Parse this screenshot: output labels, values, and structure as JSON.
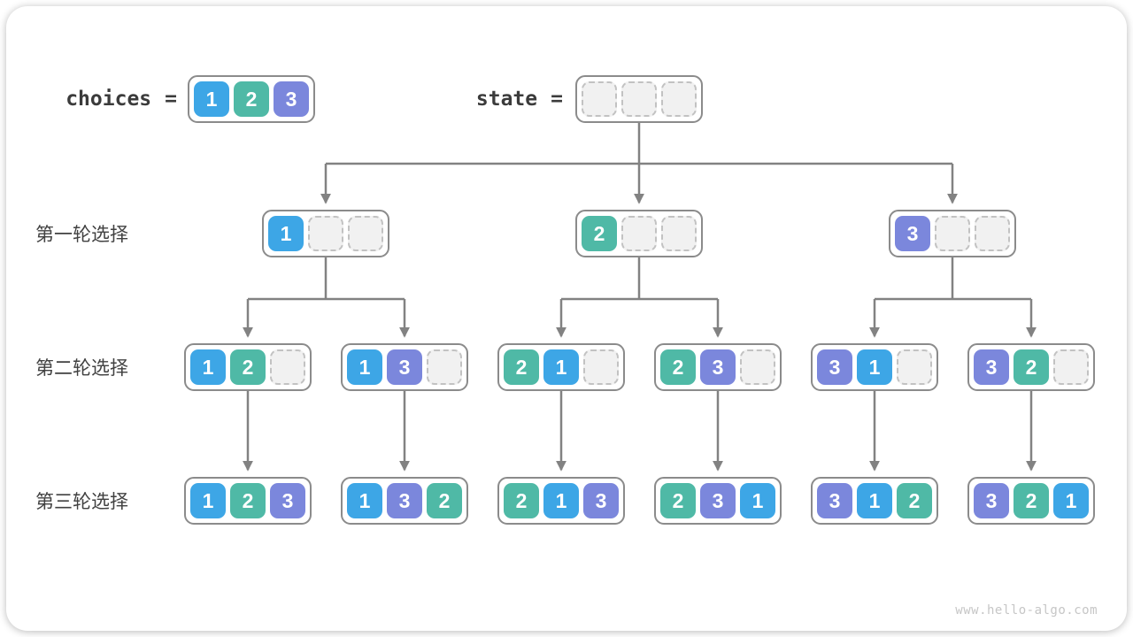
{
  "header": {
    "choices_label": "choices",
    "choices_equals": "=",
    "choices_values": [
      1,
      2,
      3
    ],
    "state_label": "state",
    "state_equals": "=",
    "state_values": [
      null,
      null,
      null
    ]
  },
  "colors": {
    "value1": "#3da6e6",
    "value2": "#4fb9a6",
    "value3": "#7b87dc",
    "arrow": "#828282",
    "node_border": "#8b8b8b",
    "empty_cell_bg": "#f1f1f1",
    "empty_cell_border": "#c2c2c2"
  },
  "tree": {
    "levels": [
      {
        "label": "第一轮选择",
        "nodes": [
          [
            1,
            null,
            null
          ],
          [
            2,
            null,
            null
          ],
          [
            3,
            null,
            null
          ]
        ]
      },
      {
        "label": "第二轮选择",
        "nodes": [
          [
            1,
            2,
            null
          ],
          [
            1,
            3,
            null
          ],
          [
            2,
            1,
            null
          ],
          [
            2,
            3,
            null
          ],
          [
            3,
            1,
            null
          ],
          [
            3,
            2,
            null
          ]
        ]
      },
      {
        "label": "第三轮选择",
        "nodes": [
          [
            1,
            2,
            3
          ],
          [
            1,
            3,
            2
          ],
          [
            2,
            1,
            3
          ],
          [
            2,
            3,
            1
          ],
          [
            3,
            1,
            2
          ],
          [
            3,
            2,
            1
          ]
        ]
      }
    ]
  },
  "watermark": "www.hello-algo.com"
}
